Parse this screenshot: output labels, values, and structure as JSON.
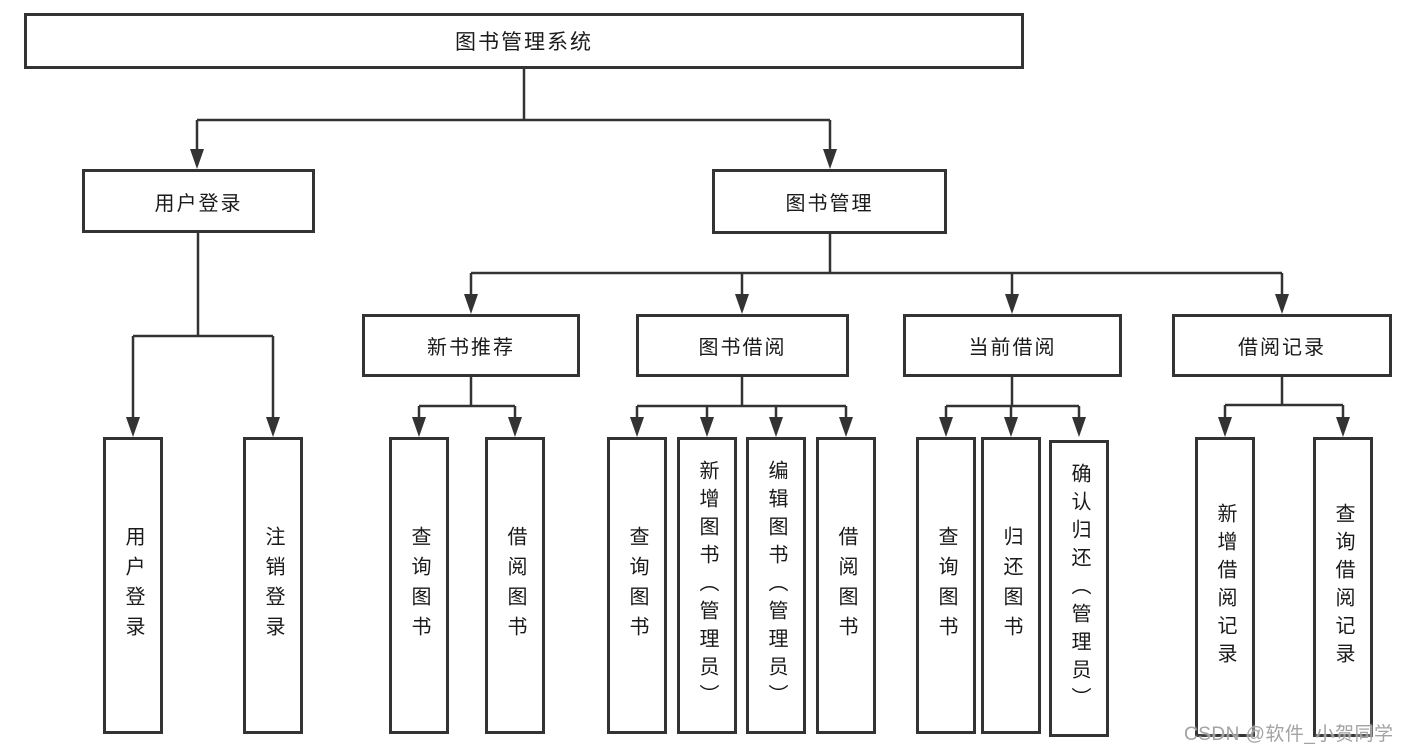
{
  "diagram": {
    "root": "图书管理系统",
    "branches": {
      "user_login": "用户登录",
      "book_mgmt": "图书管理"
    },
    "modules": {
      "new_book_rec": "新书推荐",
      "book_borrow": "图书借阅",
      "current_borrow": "当前借阅",
      "borrow_records": "借阅记录"
    },
    "leaves": {
      "user_login": "用户登录",
      "logout": "注销登录",
      "rec_query_books": "查询图书",
      "rec_borrow_books": "借阅图书",
      "bb_query_books": "查询图书",
      "bb_add_books": "新增图书（管理员）",
      "bb_edit_books": "编辑图书（管理员）",
      "bb_borrow_books": "借阅图书",
      "cb_query_books": "查询图书",
      "cb_return_books": "归还图书",
      "cb_confirm_return": "确认归还（管理员）",
      "br_add_record": "新增借阅记录",
      "br_query_record": "查询借阅记录"
    }
  },
  "watermark": "CSDN @软件_小贺同学",
  "colors": {
    "line": "#333333",
    "box_background": "#ffffff",
    "text": "#1a1a1a",
    "watermark": "#a3a3a3"
  }
}
